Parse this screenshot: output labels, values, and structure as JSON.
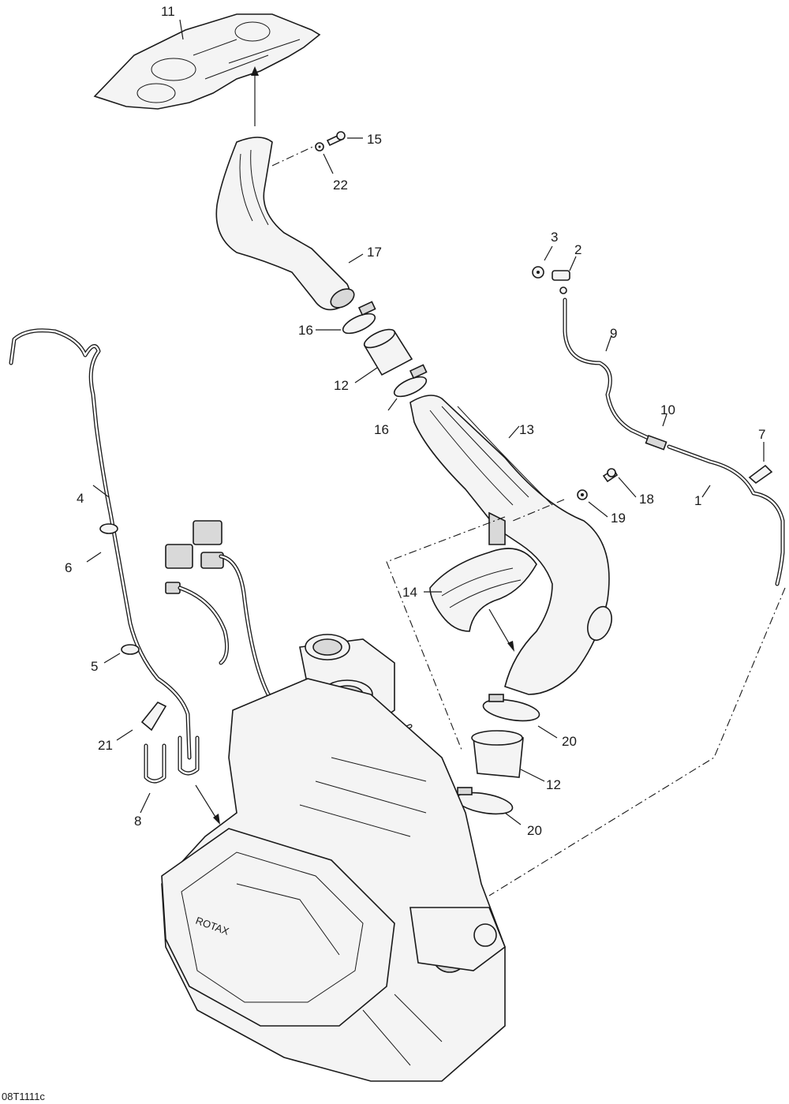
{
  "diagram_code": "08T1111c",
  "callouts": [
    {
      "id": "c11",
      "label": "11"
    },
    {
      "id": "c15",
      "label": "15"
    },
    {
      "id": "c22",
      "label": "22"
    },
    {
      "id": "c17",
      "label": "17"
    },
    {
      "id": "c16a",
      "label": "16"
    },
    {
      "id": "c12a",
      "label": "12"
    },
    {
      "id": "c16b",
      "label": "16"
    },
    {
      "id": "c13",
      "label": "13"
    },
    {
      "id": "c3",
      "label": "3"
    },
    {
      "id": "c2",
      "label": "2"
    },
    {
      "id": "c9",
      "label": "9"
    },
    {
      "id": "c10",
      "label": "10"
    },
    {
      "id": "c7",
      "label": "7"
    },
    {
      "id": "c1",
      "label": "1"
    },
    {
      "id": "c18",
      "label": "18"
    },
    {
      "id": "c19",
      "label": "19"
    },
    {
      "id": "c4",
      "label": "4"
    },
    {
      "id": "c6",
      "label": "6"
    },
    {
      "id": "c14",
      "label": "14"
    },
    {
      "id": "c5",
      "label": "5"
    },
    {
      "id": "c21",
      "label": "21"
    },
    {
      "id": "c8",
      "label": "8"
    },
    {
      "id": "c20a",
      "label": "20"
    },
    {
      "id": "c12b",
      "label": "12"
    },
    {
      "id": "c20b",
      "label": "20"
    }
  ]
}
